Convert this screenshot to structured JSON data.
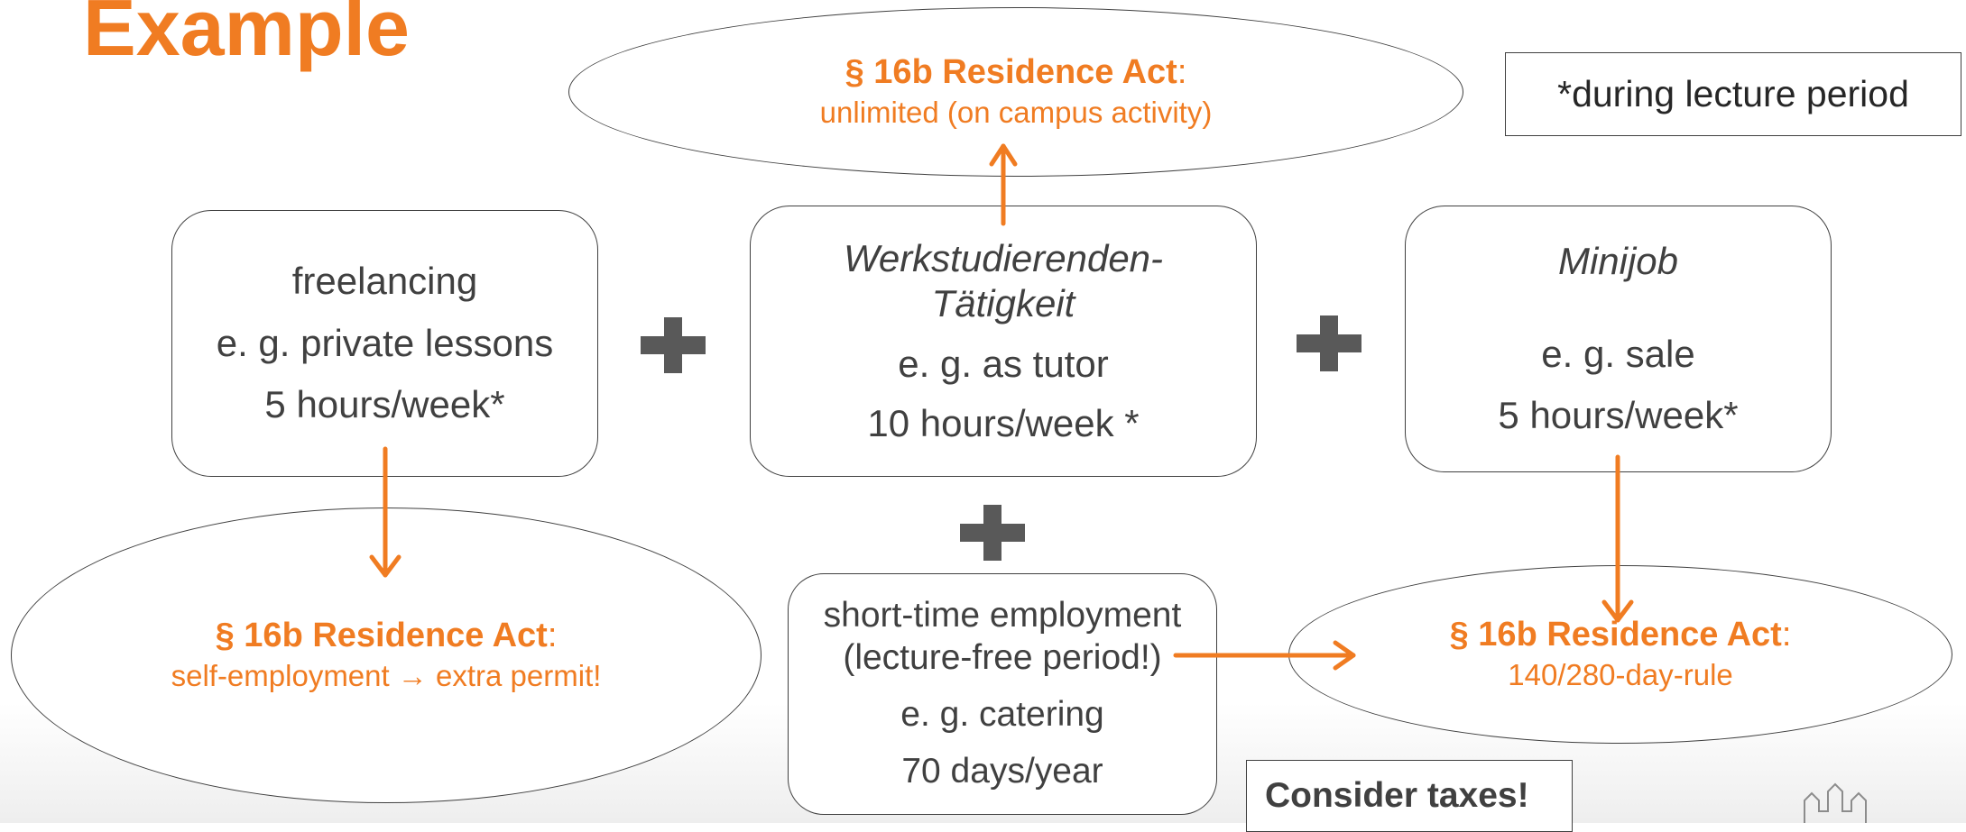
{
  "title": "Example",
  "note": "*during lecture period",
  "boxes": {
    "freelancing": {
      "line1": "freelancing",
      "line2": "e. g. private lessons",
      "line3": "5 hours/week*"
    },
    "werkstudent": {
      "line1": "Werkstudierenden-",
      "line2": "Tätigkeit",
      "line3": "e. g. as tutor",
      "line4": "10 hours/week *"
    },
    "minijob": {
      "line1": "Minijob",
      "line2": "e. g. sale",
      "line3": "5 hours/week*"
    },
    "shortterm": {
      "line1": "short-time employment",
      "line2": "(lecture-free period!)",
      "line3": "e. g. catering",
      "line4": "70 days/year"
    }
  },
  "acts": {
    "top": {
      "title": "§ 16b Residence Act",
      "colon": ":",
      "sub": "unlimited (on campus activity)"
    },
    "left": {
      "title": "§ 16b Residence Act",
      "colon": ":",
      "sub": "self-employment → extra permit!"
    },
    "right": {
      "title": "§ 16b Residence Act",
      "colon": ":",
      "sub": "140/280-day-rule"
    }
  },
  "taxes": "Consider taxes!",
  "colors": {
    "accent": "#f07c22",
    "text": "#404040",
    "plus": "#595959"
  }
}
